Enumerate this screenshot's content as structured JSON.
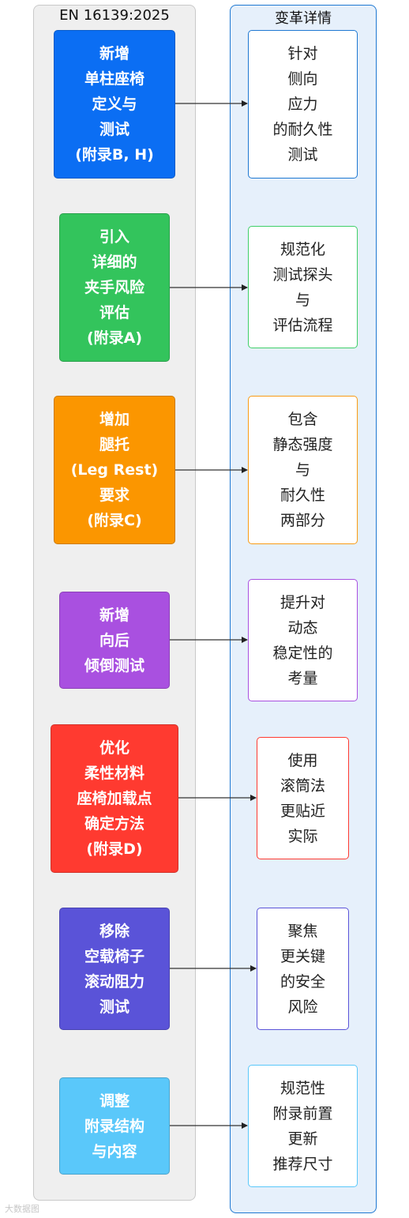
{
  "diagram": {
    "left_group_title": "EN 16139:2025",
    "right_group_title": "变革详情",
    "changes": [
      {
        "lines": [
          "新增",
          "单柱座椅",
          "定义与",
          "测试",
          "(附录B, H)"
        ],
        "color": "#0b6ef3",
        "detail": {
          "lines": [
            "针对",
            "侧向",
            "应力",
            "的耐久性",
            "测试"
          ],
          "border": "#1e78d2"
        }
      },
      {
        "lines": [
          "引入",
          "详细的",
          "夹手风险",
          "评估",
          "(附录A)"
        ],
        "color": "#33c45c",
        "detail": {
          "lines": [
            "规范化",
            "测试探头",
            "与",
            "评估流程"
          ],
          "border": "#3fcf68"
        }
      },
      {
        "lines": [
          "增加",
          "腿托",
          "(Leg Rest)",
          "要求",
          "(附录C)"
        ],
        "color": "#fb9600",
        "detail": {
          "lines": [
            "包含",
            "静态强度",
            "与",
            "耐久性",
            "两部分"
          ],
          "border": "#f99b13"
        }
      },
      {
        "lines": [
          "新增",
          "向后",
          "倾倒测试"
        ],
        "color": "#a950e0",
        "detail": {
          "lines": [
            "提升对",
            "动态",
            "稳定性的",
            "考量"
          ],
          "border": "#a950e0"
        }
      },
      {
        "lines": [
          "优化",
          "柔性材料",
          "座椅加载点",
          "确定方法",
          "(附录D)"
        ],
        "color": "#ff3a30",
        "detail": {
          "lines": [
            "使用",
            "滚筒法",
            "更贴近",
            "实际"
          ],
          "border": "#ff3a30"
        }
      },
      {
        "lines": [
          "移除",
          "空载椅子",
          "滚动阻力",
          "测试"
        ],
        "color": "#5a53d8",
        "detail": {
          "lines": [
            "聚焦",
            "更关键",
            "的安全",
            "风险"
          ],
          "border": "#5a53d8"
        }
      },
      {
        "lines": [
          "调整",
          "附录结构",
          "与内容"
        ],
        "color": "#5ac8fa",
        "detail": {
          "lines": [
            "规范性",
            "附录前置",
            "更新",
            "推荐尺寸"
          ],
          "border": "#5ac8fa"
        }
      }
    ]
  },
  "watermark": "大数据图"
}
